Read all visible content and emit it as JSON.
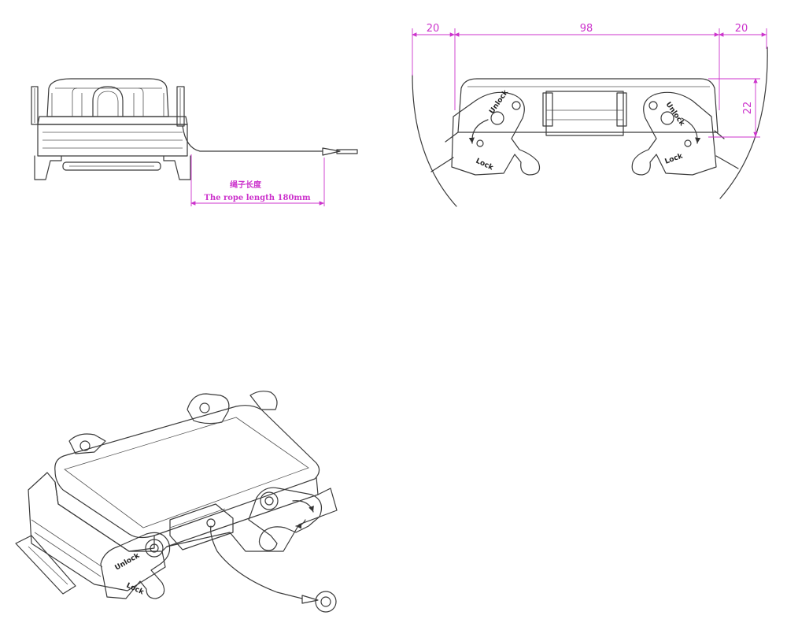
{
  "dimensions": {
    "rope_label_cn": "绳子长度",
    "rope_label_en": "The rope length 180mm",
    "width_left": "20",
    "width_middle": "98",
    "width_right": "20",
    "height_right": "22"
  },
  "lever_labels": {
    "unlock": "Unlock",
    "lock": "Lock"
  },
  "colors": {
    "dimension": "#cc33cc",
    "line": "#3a3a3a"
  }
}
